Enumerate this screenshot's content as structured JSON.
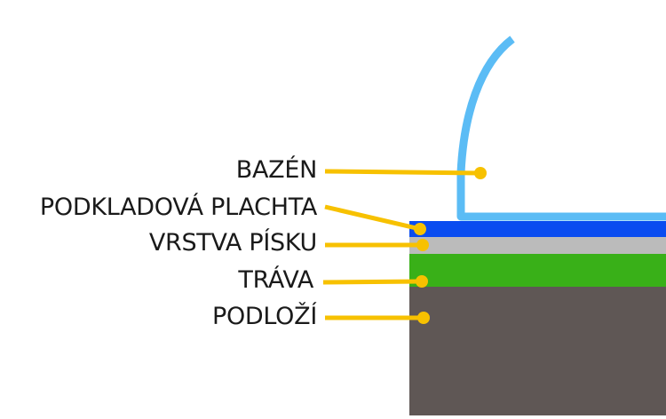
{
  "diagram": {
    "layers": [
      {
        "id": "bazen",
        "label": "BAZÉN",
        "color": "#5bbcf5"
      },
      {
        "id": "podkladova-plachta",
        "label": "PODKLADOVÁ PLACHTA",
        "color": "#0a4cf0"
      },
      {
        "id": "vrstva-pisku",
        "label": "VRSTVA PÍSKU",
        "color": "#bbbbbb"
      },
      {
        "id": "trava",
        "label": "TRÁVA",
        "color": "#39b018"
      },
      {
        "id": "podlozi",
        "label": "PODLOŽÍ",
        "color": "#5f5755"
      }
    ],
    "leader_color": "#f7c100"
  }
}
